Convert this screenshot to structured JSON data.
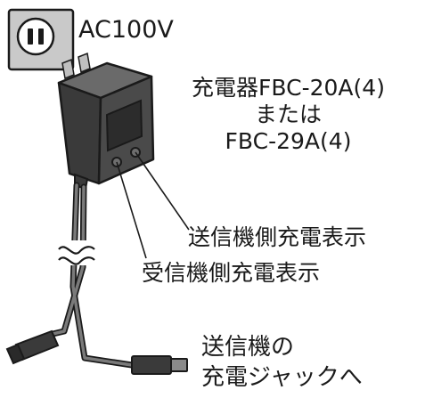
{
  "outlet": {
    "label": "AC100V",
    "icon": "wall-outlet-icon"
  },
  "charger": {
    "line1": "充電器FBC-20A(4)",
    "line2": "または",
    "line3": "FBC-29A(4)",
    "icon": "charger-adapter-icon"
  },
  "indicators": {
    "transmitter": "送信機側充電表示",
    "receiver": "受信機側充電表示"
  },
  "destination": {
    "line1": "送信機の",
    "line2": "充電ジャックへ"
  },
  "colors": {
    "outline": "#1a1a1a",
    "charger_body": "#4a4a4a",
    "charger_top": "#6a6a6a",
    "charger_panel": "#2c2c2c",
    "outlet_plate": "#c9c9c9",
    "cable": "#7a7a7a"
  }
}
